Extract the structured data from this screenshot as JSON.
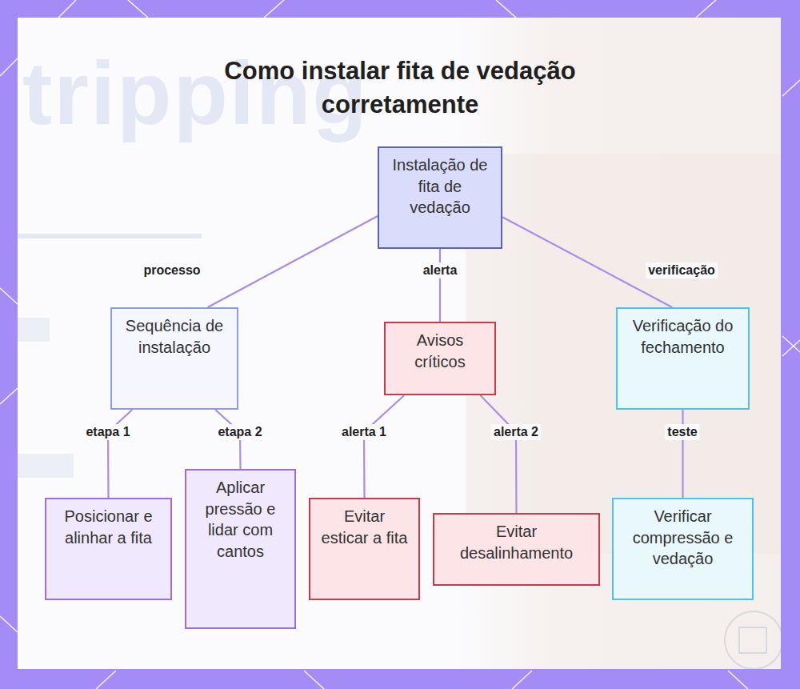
{
  "diagram": {
    "title": "Como instalar fita de vedação corretamente",
    "nodes": [
      {
        "text": [
          "Instalação de fita de vedação"
        ]
      },
      {
        "text": [
          "Sequência de instalação"
        ]
      },
      {
        "text": [
          "Avisos críticos"
        ]
      },
      {
        "text": [
          "Verificação do fechamento"
        ]
      },
      {
        "text": [
          "Posicionar e alinhar a fita"
        ]
      },
      {
        "text": [
          "Aplicar pressão e lidar com cantos"
        ]
      },
      {
        "text": [
          "Evitar esticar a fita"
        ]
      },
      {
        "text": [
          "Evitar desalinhamento"
        ]
      },
      {
        "text": [
          "Verificar compressão e vedação"
        ]
      }
    ],
    "edges": [
      {
        "from": 0,
        "to": 1,
        "arrow": "none",
        "label": "processo"
      },
      {
        "from": 0,
        "to": 2,
        "arrow": "none",
        "label": "alerta"
      },
      {
        "from": 0,
        "to": 3,
        "arrow": "none",
        "label": "verificação"
      },
      {
        "from": 1,
        "to": 4,
        "arrow": "none",
        "label": "etapa 1"
      },
      {
        "from": 1,
        "to": 5,
        "arrow": "none",
        "label": "etapa 2"
      },
      {
        "from": 2,
        "to": 6,
        "arrow": "none",
        "label": "alerta 1"
      },
      {
        "from": 2,
        "to": 7,
        "arrow": "none",
        "label": "alerta 2"
      },
      {
        "from": 3,
        "to": 8,
        "arrow": "none",
        "label": "teste"
      }
    ],
    "labels": [
      "tripping"
    ]
  }
}
